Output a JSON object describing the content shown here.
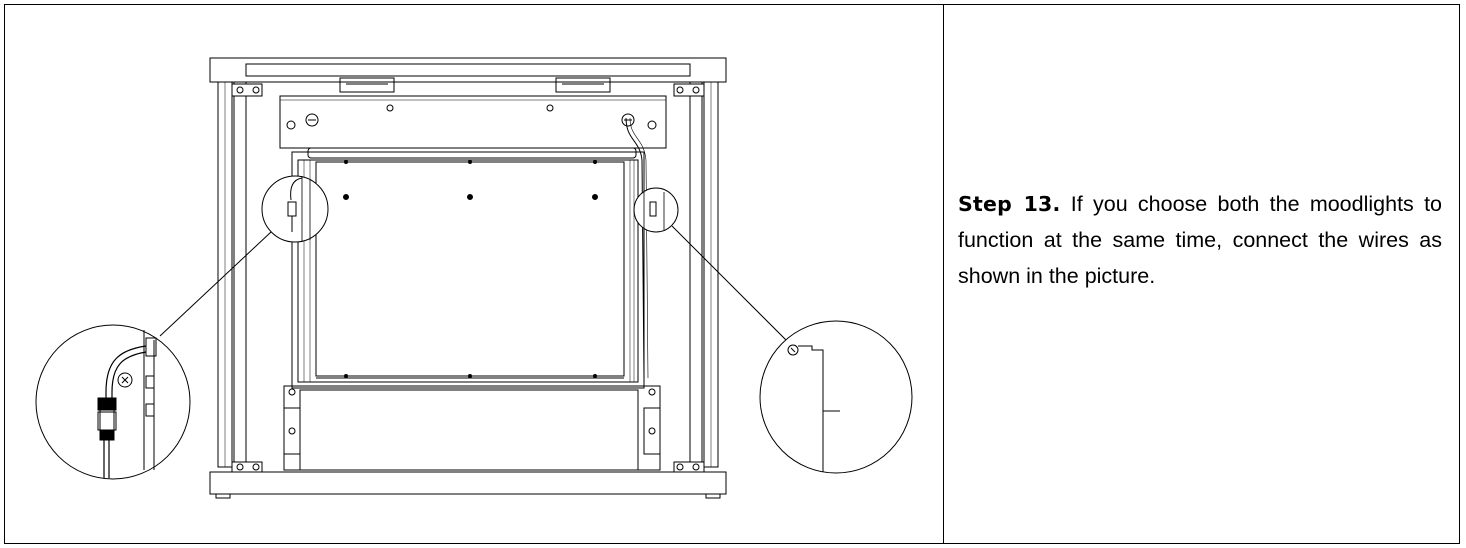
{
  "instruction": {
    "step_label": "Step 13.",
    "text": " If you choose both the moodlights to function at the same time, connect the wires as shown in the picture."
  },
  "illustration": {
    "subject": "cabinet-rear-view-wiring-diagram",
    "callouts": [
      "left-wire-connector-detail",
      "right-wire-connector-detail"
    ]
  }
}
